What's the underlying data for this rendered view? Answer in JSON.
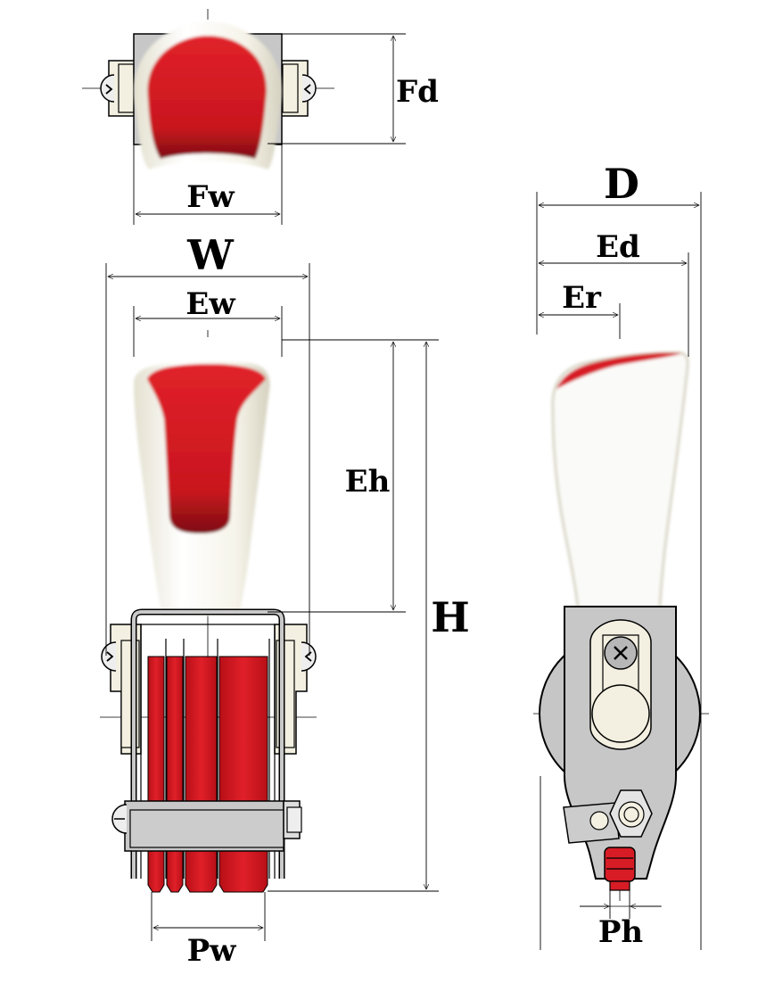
{
  "labels": {
    "fd": "Fd",
    "fw": "Fw",
    "w": "W",
    "ew": "Ew",
    "eh": "Eh",
    "h": "H",
    "pw": "Pw",
    "d": "D",
    "ed": "Ed",
    "er": "Er",
    "ph": "Ph"
  },
  "colors": {
    "red": "#d11a22",
    "red_dark": "#8c1015",
    "ivory": "#f3f0e1",
    "grey": "#c8c8c8",
    "line": "#000000"
  }
}
